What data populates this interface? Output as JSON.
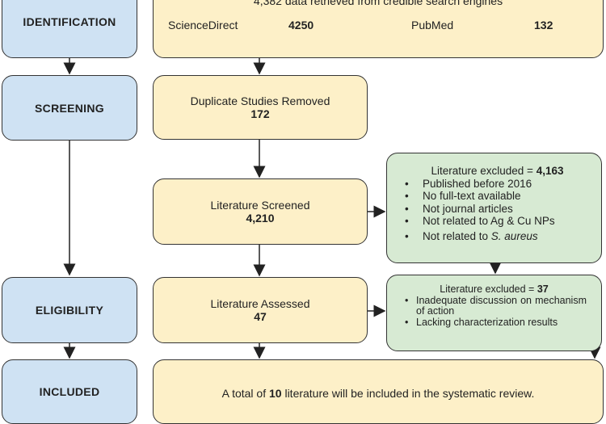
{
  "stages": {
    "identification": "IDENTIFICATION",
    "screening": "SCREENING",
    "eligibility": "ELIGIBILITY",
    "included": "INCLUDED"
  },
  "identification_box": {
    "summary_text": "4,382 data retrieved from credible search engines",
    "sources": [
      {
        "name": "ScienceDirect",
        "count": "4250"
      },
      {
        "name": "PubMed",
        "count": "132"
      }
    ]
  },
  "duplicates_box": {
    "label": "Duplicate Studies Removed",
    "value": "172"
  },
  "screened_box": {
    "label": "Literature Screened",
    "value": "4,210"
  },
  "excluded_1": {
    "title_prefix": "Literature excluded = ",
    "title_value": "4,163",
    "reasons": [
      "Published before 2016",
      "No full-text available",
      "Not journal articles",
      "Not related to Ag & Cu NPs",
      "Not related to "
    ],
    "last_reason_italic": "S. aureus"
  },
  "assessed_box": {
    "label": "Literature Assessed",
    "value": "47"
  },
  "excluded_2": {
    "title_prefix": "Literature excluded = ",
    "title_value": "37",
    "reasons": [
      "Inadequate discussion on mechanism of action",
      "Lacking characterization results"
    ]
  },
  "included_box": {
    "prefix": "A total of ",
    "count": "10",
    "suffix": " literature will be included in the systematic review."
  }
}
